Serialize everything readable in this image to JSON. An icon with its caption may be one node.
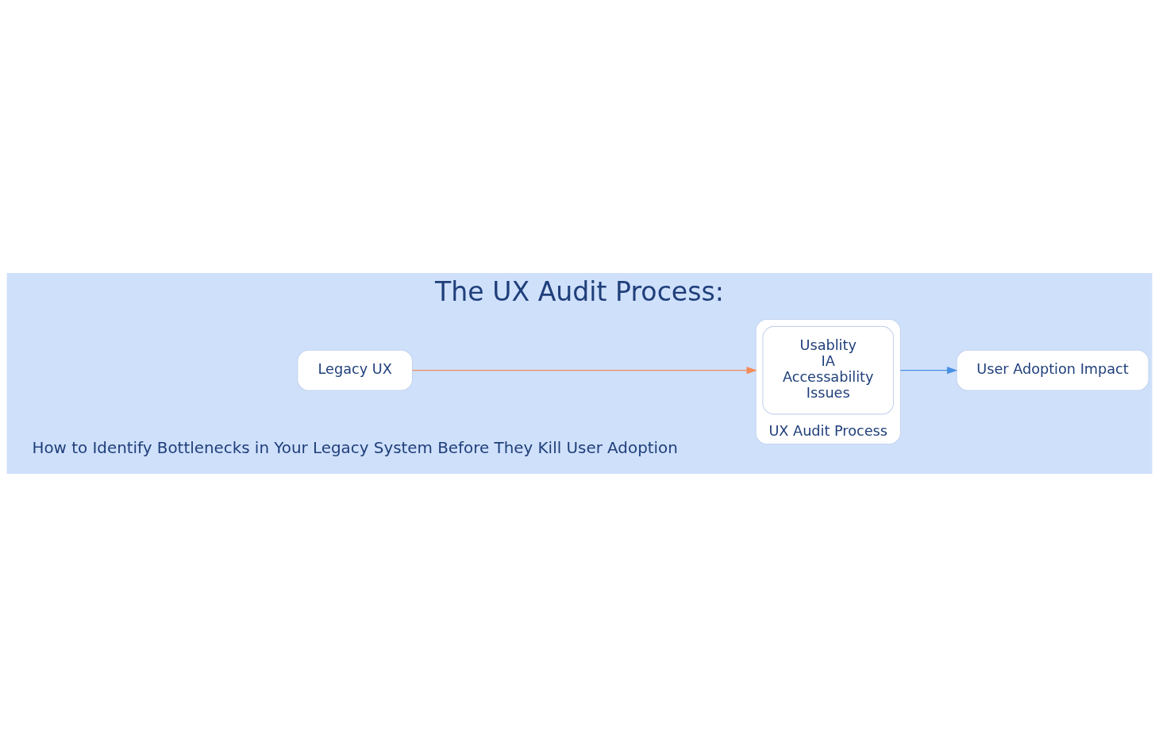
{
  "diagram": {
    "title": "The UX Audit Process:",
    "nodes": [
      {
        "text": [
          "Legacy UX"
        ]
      },
      {
        "text": [
          "UX Audit Process"
        ]
      },
      {
        "text": [
          "Usablity",
          "IA",
          "Accessability",
          "Issues"
        ],
        "in": 1
      },
      {
        "text": [
          "User Adoption Impact"
        ]
      }
    ],
    "edges": [
      {
        "from": 0,
        "to": 1,
        "arrow": "to",
        "color": "#f28c5a"
      },
      {
        "from": 1,
        "to": 3,
        "arrow": "to",
        "color": "#4a90e2"
      }
    ],
    "labels": [
      "How to Identify Bottlenecks in Your Legacy System Before They Kill User Adoption"
    ]
  }
}
